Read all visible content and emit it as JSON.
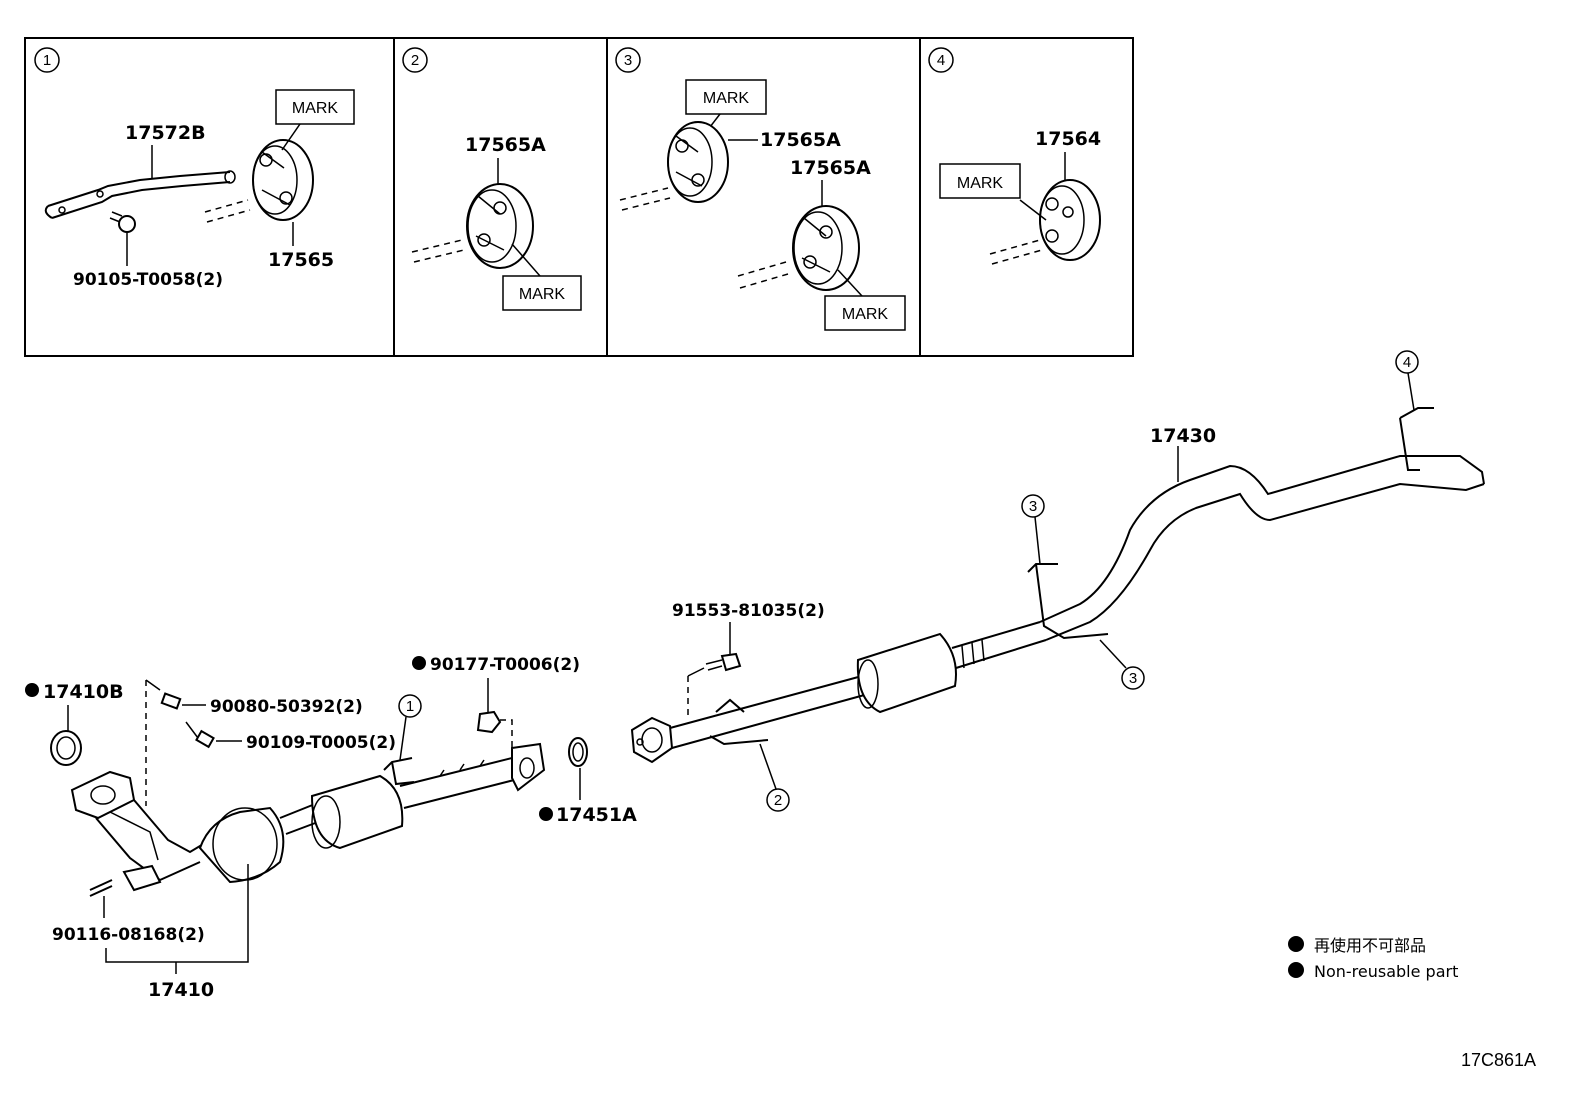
{
  "panels": [
    {
      "num": "1",
      "parts": [
        "17572B",
        "17565",
        "90105-T0058(2)"
      ],
      "mark": "MARK"
    },
    {
      "num": "2",
      "parts": [
        "17565A"
      ],
      "mark": "MARK"
    },
    {
      "num": "3",
      "parts": [
        "17565A",
        "17565A"
      ],
      "mark": "MARK",
      "mark2": "MARK"
    },
    {
      "num": "4",
      "parts": [
        "17564"
      ],
      "mark": "MARK"
    }
  ],
  "main": {
    "labels": {
      "p17410B": "17410B",
      "p90080": "90080-50392(2)",
      "p90109": "90109-T0005(2)",
      "p90177": "90177-T0006(2)",
      "p17451A": "17451A",
      "p91553": "91553-81035(2)",
      "p17430": "17430",
      "p90116": "90116-08168(2)",
      "p17410": "17410"
    },
    "callouts": {
      "c1": "1",
      "c2": "2",
      "c3a": "3",
      "c3b": "3",
      "c4": "4"
    }
  },
  "legend": {
    "line1": "再使用不可部品",
    "line2": "Non-reusable part"
  },
  "diagram_code": "17C861A"
}
